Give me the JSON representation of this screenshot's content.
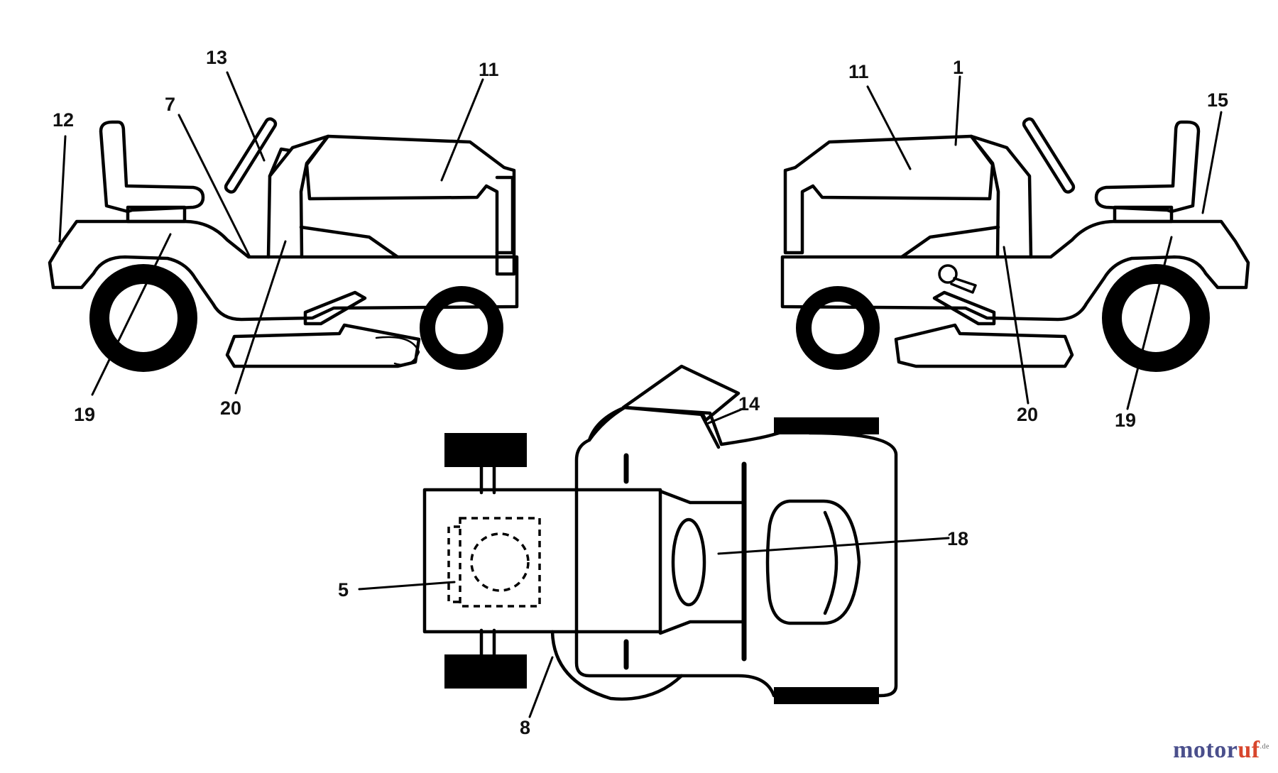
{
  "callouts": {
    "left_12": "12",
    "left_7": "7",
    "left_13": "13",
    "left_11": "11",
    "left_19": "19",
    "left_20": "20",
    "right_11": "11",
    "right_1": "1",
    "right_15": "15",
    "right_20": "20",
    "right_19": "19",
    "top_14": "14",
    "top_18": "18",
    "top_5": "5",
    "top_8": "8"
  },
  "watermark": {
    "part1": "motor",
    "part2": "uf",
    "suffix": ".de"
  }
}
